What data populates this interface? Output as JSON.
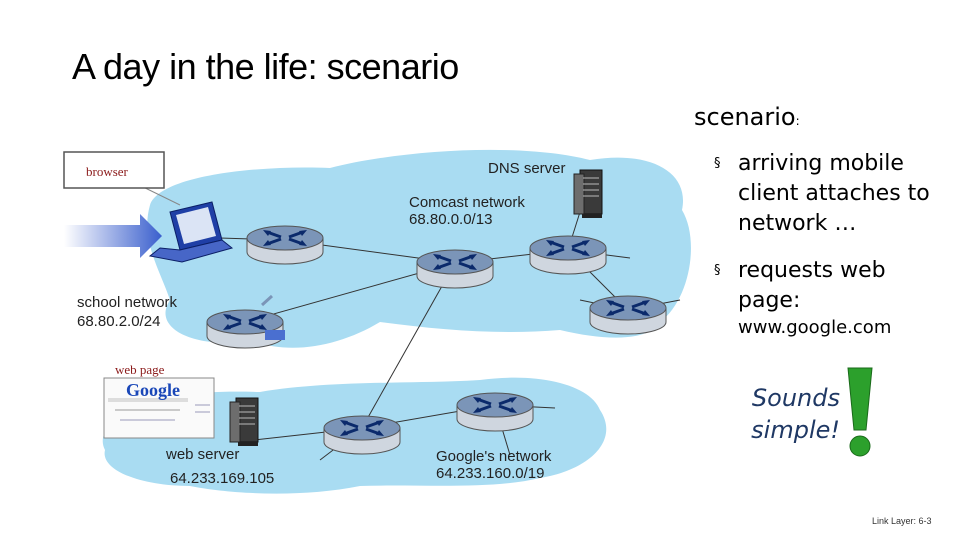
{
  "title": "A day in the life: scenario",
  "scenario": {
    "heading": "scenario",
    "heading_colon": ":",
    "bullet_mark": "§",
    "bullets": [
      "arriving mobile client attaches to network …",
      "requests web page:"
    ],
    "url": "www.google.com",
    "sounds_simple": "Sounds simple!",
    "exclamation": "!"
  },
  "diagram": {
    "browser_label": "browser",
    "dns_label": "DNS server",
    "comcast_name": "Comcast network",
    "comcast_prefix": "68.80.0.0/13",
    "school_name": "school network",
    "school_prefix": "68.80.2.0/24",
    "web_page_label": "web page",
    "web_server_label": "web server",
    "web_server_ip": "64.233.169.105",
    "google_net_name": "Google's network",
    "google_net_prefix": "64.233.160.0/19",
    "google_logo": "Google"
  },
  "colors": {
    "cloud": "#a9dcf2",
    "router_top": "#7b95b8",
    "router_side": "#cfd6df",
    "accent_arrow": "#3a5fcd",
    "exclamation_green": "#2ca02c"
  },
  "footer": "Link Layer: 6-3"
}
